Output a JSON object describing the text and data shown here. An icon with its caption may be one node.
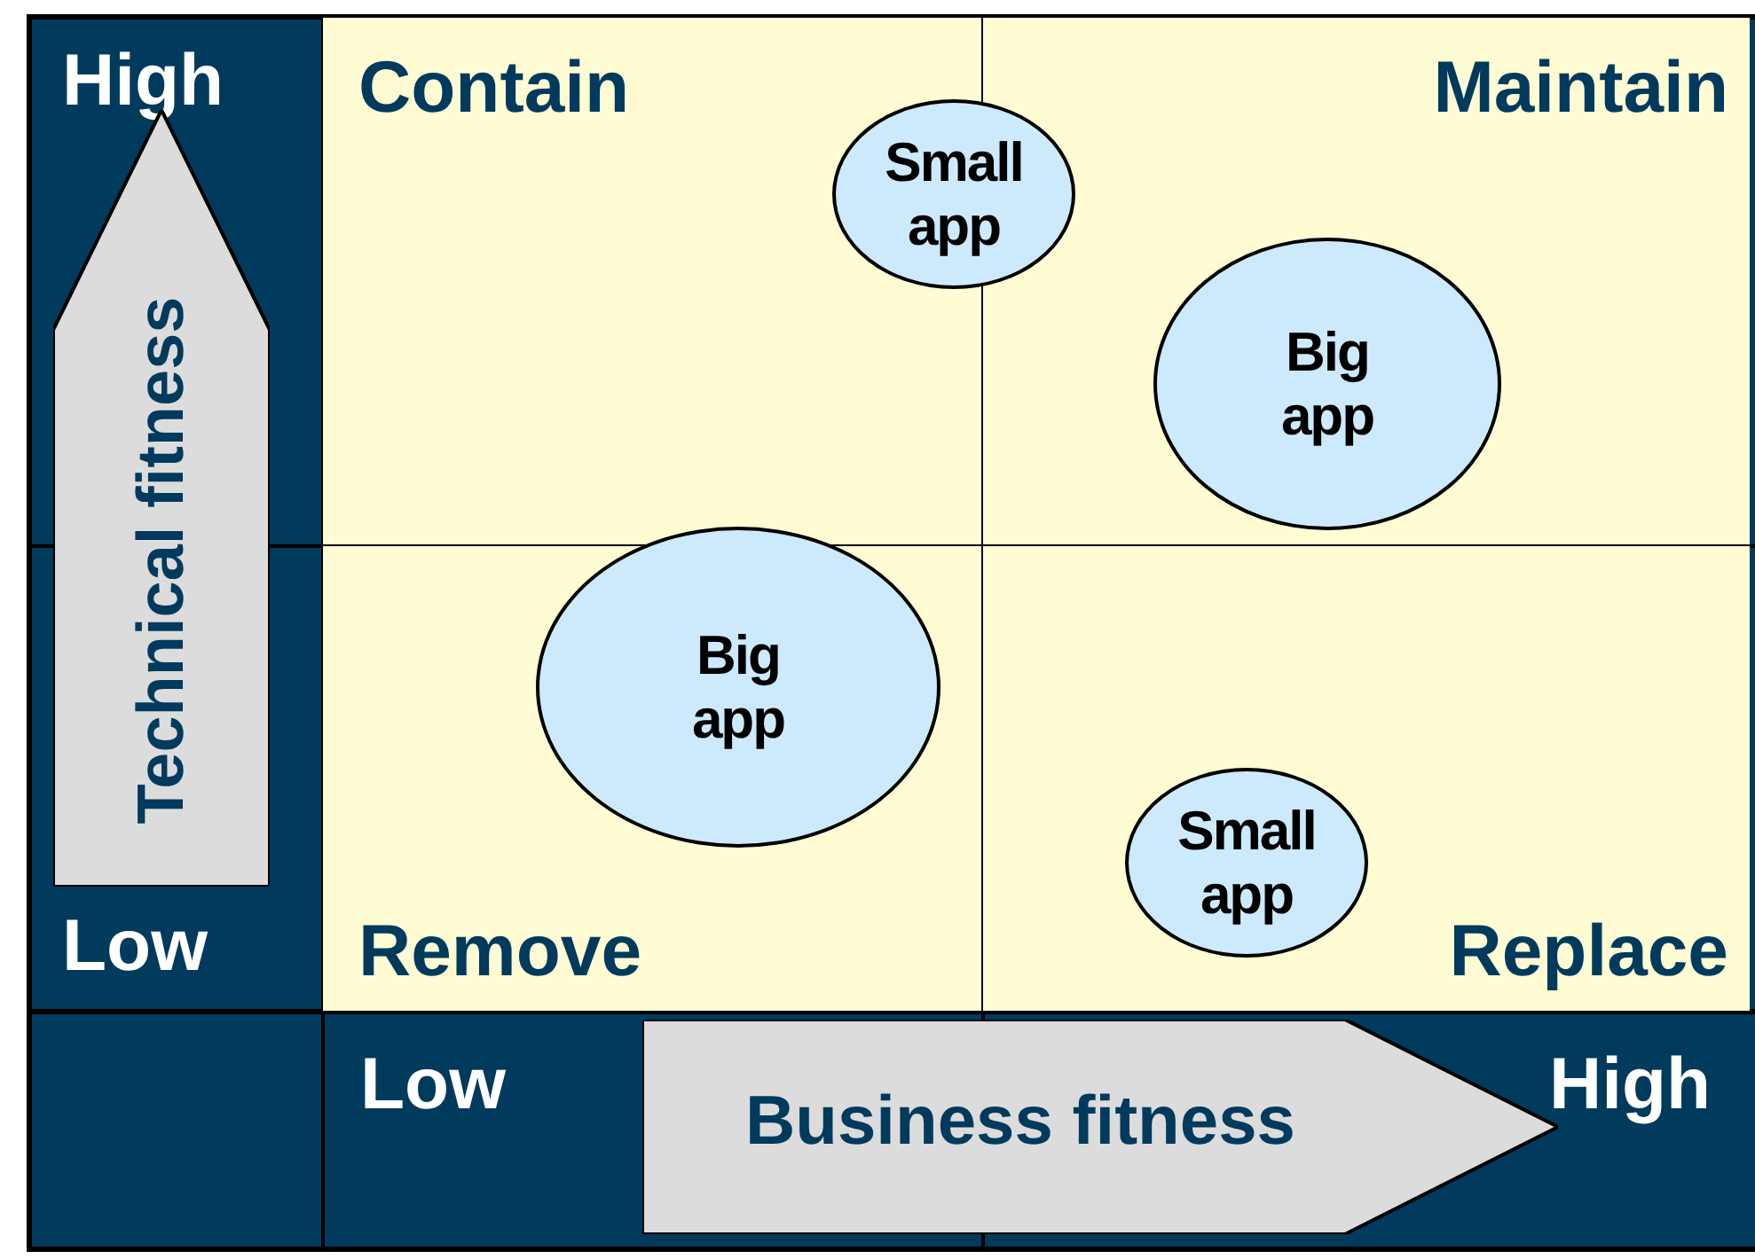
{
  "diagram": {
    "nodes": [
      {
        "text": [
          "Contain"
        ]
      },
      {
        "text": [
          "Maintain"
        ]
      },
      {
        "text": [
          "Small app"
        ]
      },
      {
        "text": [
          "Big app"
        ],
        "in": 1
      },
      {
        "text": [
          "Technical fitness"
        ]
      },
      {
        "text": [
          "Remove"
        ]
      },
      {
        "text": [
          "Replace"
        ]
      },
      {
        "text": [
          "Big app"
        ]
      },
      {
        "text": [
          "Small app"
        ],
        "in": 6
      },
      {
        "text": [
          "Business fitness"
        ]
      }
    ],
    "labels": [
      "High",
      "Low",
      "Low",
      "High"
    ]
  }
}
